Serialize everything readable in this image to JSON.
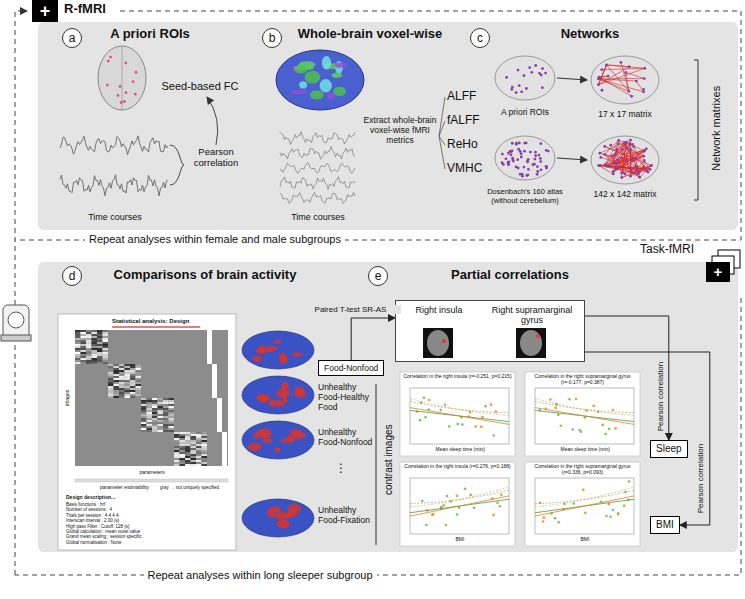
{
  "diagram": {
    "nodes": [
      {
        "text": [
          "R-fMRI"
        ]
      },
      {
        "text": [
          "a"
        ],
        "in": 0
      },
      {
        "text": [
          "b"
        ],
        "in": 0
      },
      {
        "text": [
          "c"
        ],
        "in": 0
      },
      {
        "text": [
          "Task-fMRI"
        ]
      },
      {
        "text": [
          "d"
        ],
        "in": 4
      },
      {
        "text": [
          "e"
        ],
        "in": 4
      },
      {
        "text": [
          "Food-Nonfood"
        ],
        "in": 4
      },
      {
        "text": [
          "Right insula",
          "Right supramarginal gyrus"
        ],
        "in": 4
      },
      {
        "text": [
          "Sleep"
        ],
        "in": 4
      },
      {
        "text": [
          "BMI"
        ],
        "in": 4
      }
    ],
    "edges": [
      {
        "from": 7,
        "to": 8,
        "label": "Paired T-test SR-AS",
        "arrow": "to"
      },
      {
        "from": 8,
        "to": 9,
        "label": "Pearson correlation",
        "arrow": "to"
      },
      {
        "from": 8,
        "to": 10,
        "label": "Pearson correlation",
        "arrow": "to"
      }
    ],
    "labels": [
      "+",
      "A priori ROIs",
      "Seed-based FC",
      "Pearson correlation",
      "Time courses",
      "Whole-brain voxel-wise",
      "Extract whole-brain voxel-wise fMRI metrics",
      "ALFF",
      "fALFF",
      "ReHo",
      "VMHC",
      "Time courses",
      "Networks",
      "A priori ROIs",
      "17 x 17 matrix",
      "Dosenbach's 160 atlas (without cerebellum)",
      "142 x 142 matrix",
      "Network matrixes",
      "Repeat analyses within female and male subgroups",
      "+",
      "Comparisons of brain activity",
      "Statistical analysis: Design",
      "images",
      "parameters",
      "parameter estimability",
      "gray → not uniquely specified",
      "Design description...",
      "Basis functions : hrf",
      "Number of sessions : 4",
      "Trials per session : 4 4 4 4",
      "Interscan interval : 2.00 {s}",
      "High pass Filter : Cutoff: 128 {s}",
      "Global calculation : mean voxel value",
      "Grand mean scaling : session specific",
      "Global normalisation : None",
      "Unhealthy Food-Healthy Food",
      "Unhealthy Food-Nonfood",
      "⋮",
      "Unhealthy Food-Fixation",
      "contrast images",
      "Partial correlations",
      "Correlation in the right insula (r=-0.251, p=0.215)",
      "Correlation in the right supramarginal gyrus (r=-0.177, p=0.387)",
      "Correlation in the right insula (r=0.276, p=0.188)",
      "Correlation in the right supramarginal gyrus (r=0.336, p=0.093)",
      "Mean sleep time (min)",
      "Mean sleep time (min)",
      "BMI",
      "BMI",
      "Repeat analyses within long sleeper subgroup"
    ]
  }
}
